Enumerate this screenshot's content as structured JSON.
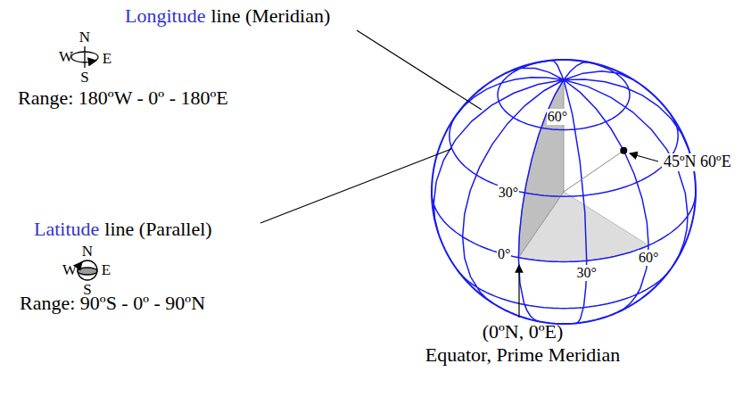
{
  "diagram": {
    "labels": [
      "Longitude",
      "line (Meridian)",
      "N",
      "W",
      "E",
      "S",
      "Range: 180ºW - 0º - 180ºE",
      "Latitude",
      "line (Parallel)",
      "N",
      "W",
      "E",
      "S",
      "Range: 90ºS - 0º - 90ºN",
      "60°",
      "30°",
      "0°",
      "30°",
      "60°",
      "45ºN 60ºE",
      "(0ºN, 0ºE)",
      "Equator, Prime Meridian"
    ]
  }
}
